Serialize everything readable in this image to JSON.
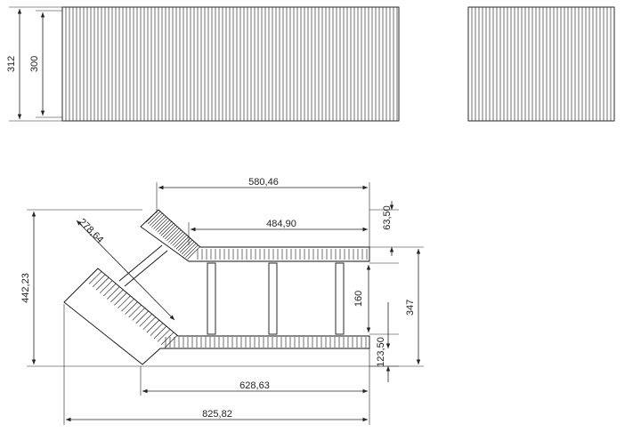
{
  "dimensions": {
    "top_height_outer": "312",
    "top_height_inner": "300",
    "overall_height": "442,23",
    "top_straight_length": "580,46",
    "inner_straight_length": "484,90",
    "angled_section_length": "278,64",
    "offset_top": "63,50",
    "channel_spacing": "160",
    "overall_width_right": "347",
    "offset_bottom": "123,50",
    "bottom_straight_length": "628,63",
    "overall_length": "825,82"
  },
  "colors": {
    "line": "#111111",
    "background": "#ffffff"
  }
}
